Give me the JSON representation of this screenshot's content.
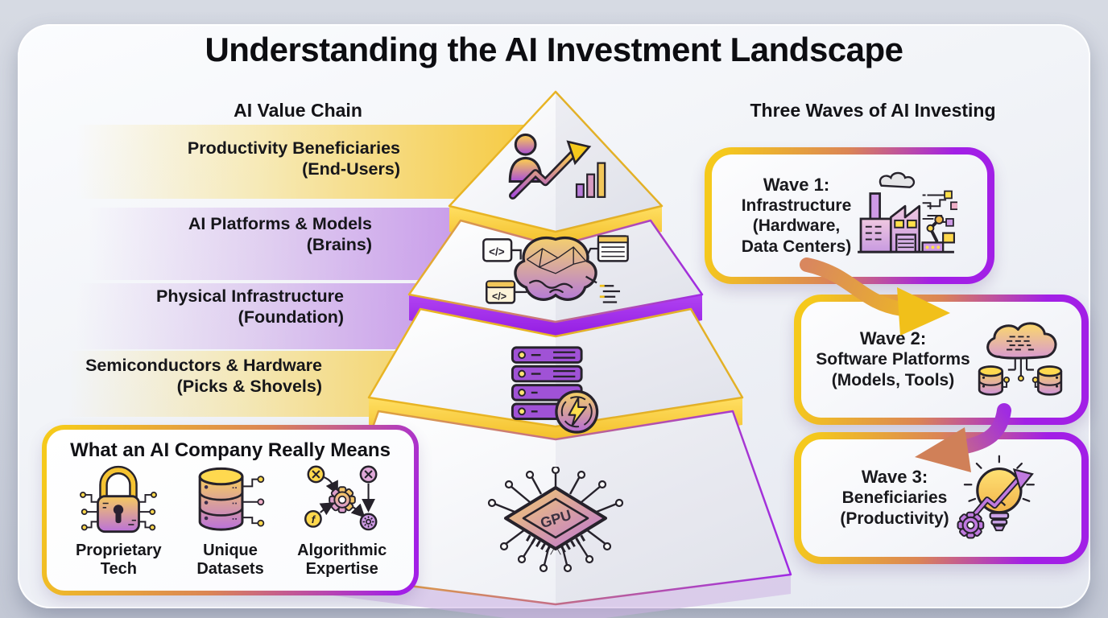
{
  "title": "Understanding the AI Investment Landscape",
  "colors": {
    "gold": "#F2C11A",
    "purple": "#A21FE6",
    "orange": "#DB8555",
    "card_background": "#F3F4F8",
    "outer_background": "#CCD1DC",
    "text": "#16161A"
  },
  "value_chain": {
    "heading": "AI Value Chain",
    "gpu_chip_label": "GPU",
    "levels": [
      {
        "label": "Productivity Beneficiaries",
        "sublabel": "(End-Users)",
        "band_color": "gold",
        "icon": "user-growth-icon"
      },
      {
        "label": "AI Platforms & Models",
        "sublabel": "(Brains)",
        "band_color": "purple",
        "icon": "brain-icon"
      },
      {
        "label": "Physical Infrastructure",
        "sublabel": "(Foundation)",
        "band_color": "purple",
        "icon": "server-rack-icon"
      },
      {
        "label": "Semiconductors & Hardware",
        "sublabel": "(Picks & Shovels)",
        "band_color": "gold",
        "icon": "gpu-chip-icon"
      }
    ]
  },
  "waves": {
    "heading": "Three Waves of AI Investing",
    "items": [
      {
        "title": "Wave 1:",
        "lines": [
          "Infrastructure",
          "(Hardware,",
          "Data Centers)"
        ],
        "icon": "factory-icon"
      },
      {
        "title": "Wave 2:",
        "lines": [
          "Software Platforms",
          "(Models, Tools)"
        ],
        "icon": "cloud-databases-icon"
      },
      {
        "title": "Wave 3:",
        "lines": [
          "Beneficiaries",
          "(Productivity)"
        ],
        "icon": "lightbulb-growth-icon"
      }
    ]
  },
  "company": {
    "heading": "What an AI Company Really Means",
    "features": [
      {
        "label": "Proprietary",
        "sublabel": "Tech",
        "icon": "lock-circuit-icon"
      },
      {
        "label": "Unique",
        "sublabel": "Datasets",
        "icon": "database-icon"
      },
      {
        "label": "Algorithmic",
        "sublabel": "Expertise",
        "icon": "flowchart-icon"
      }
    ]
  }
}
